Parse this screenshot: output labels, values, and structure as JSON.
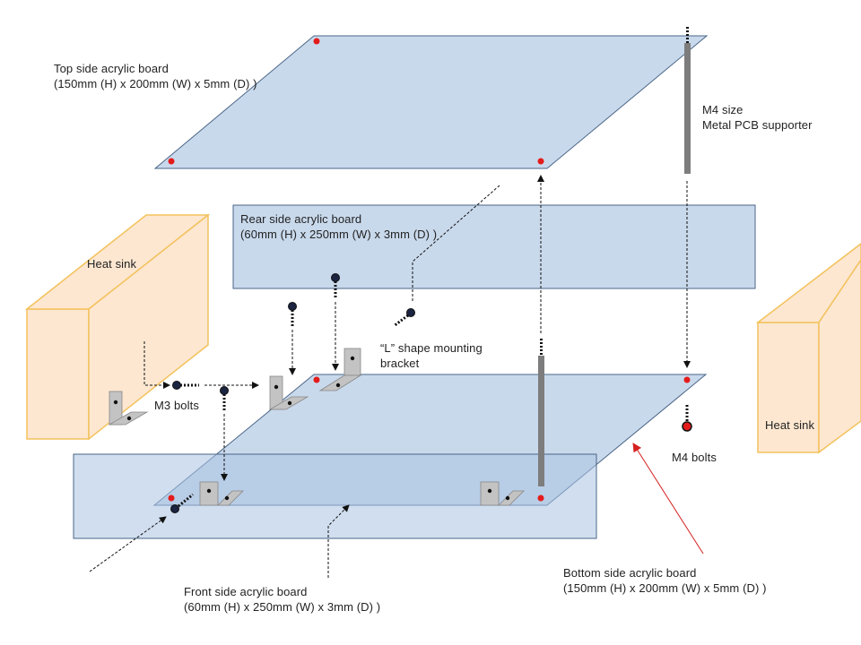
{
  "labels": {
    "top_board": {
      "name": "Top side acrylic board",
      "dims": "(150mm (H) x 200mm (W) x 5mm (D) )"
    },
    "rear_board": {
      "name": "Rear side acrylic board",
      "dims": "(60mm (H) x 250mm (W) x 3mm (D) )"
    },
    "front_board": {
      "name": "Front side acrylic board",
      "dims": "(60mm (H) x 250mm (W) x 3mm (D) )"
    },
    "bottom_board": {
      "name": "Bottom side acrylic board",
      "dims": "(150mm (H) x 200mm (W) x 5mm (D) )"
    },
    "supporter": {
      "line1": "M4 size",
      "line2": "Metal PCB supporter"
    },
    "heat_sink_left": "Heat sink",
    "heat_sink_right": "Heat sink",
    "bracket": {
      "line1": "“L” shape mounting",
      "line2": "bracket"
    },
    "m3_bolts": "M3 bolts",
    "m4_bolts": "M4 bolts"
  },
  "colors": {
    "board_fill": "#c9d9ec",
    "board_stroke": "#4a6587",
    "heat_sink_fill": "#fde7d1",
    "heat_sink_stroke": "#f3c25c",
    "hole_red": "#e41b1b",
    "standoff": "#7d7d7d",
    "bracket_fill": "#c3c3c3",
    "pointer_red": "#d42020"
  }
}
